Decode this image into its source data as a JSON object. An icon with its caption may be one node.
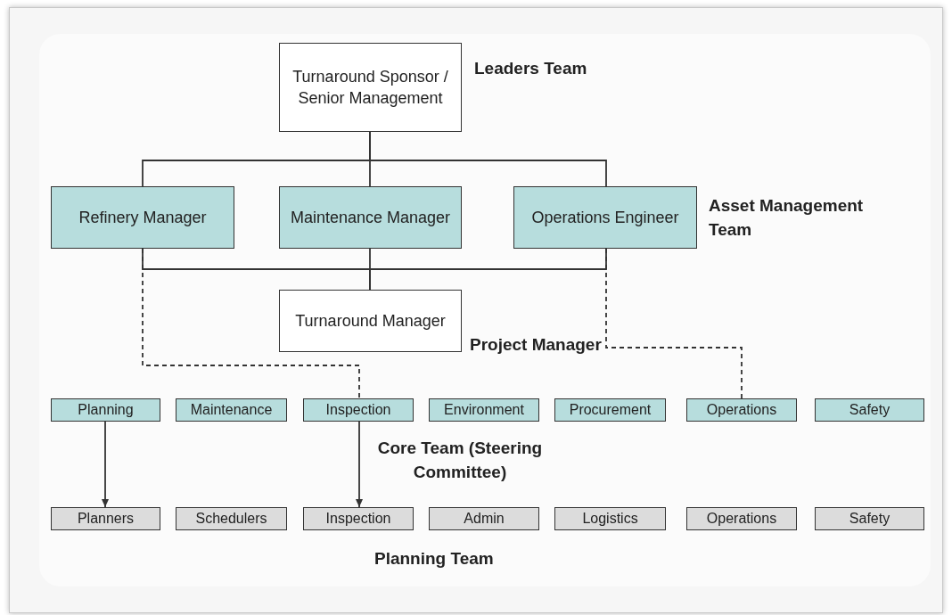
{
  "diagram": {
    "nodes": [
      {
        "text": [
          "Turnaround Sponsor / Senior Management"
        ]
      },
      {
        "text": [
          "Refinery Manager"
        ]
      },
      {
        "text": [
          "Maintenance Manager"
        ]
      },
      {
        "text": [
          "Operations Engineer"
        ]
      },
      {
        "text": [
          "Turnaround Manager"
        ]
      },
      {
        "text": [
          "Planning"
        ]
      },
      {
        "text": [
          "Maintenance"
        ]
      },
      {
        "text": [
          "Inspection"
        ]
      },
      {
        "text": [
          "Environment"
        ]
      },
      {
        "text": [
          "Procurement"
        ]
      },
      {
        "text": [
          "Operations"
        ]
      },
      {
        "text": [
          "Safety"
        ]
      },
      {
        "text": [
          "Planners"
        ]
      },
      {
        "text": [
          "Schedulers"
        ]
      },
      {
        "text": [
          "Inspection"
        ]
      },
      {
        "text": [
          "Admin"
        ]
      },
      {
        "text": [
          "Logistics"
        ]
      },
      {
        "text": [
          "Operations"
        ]
      },
      {
        "text": [
          "Safety"
        ]
      }
    ],
    "edges": [
      {
        "from": 0,
        "to": 1,
        "arrow": "none"
      },
      {
        "from": 0,
        "to": 2,
        "arrow": "none"
      },
      {
        "from": 0,
        "to": 3,
        "arrow": "none"
      },
      {
        "from": 1,
        "to": 4,
        "arrow": "none"
      },
      {
        "from": 2,
        "to": 4,
        "arrow": "none"
      },
      {
        "from": 3,
        "to": 4,
        "arrow": "none"
      },
      {
        "from": 1,
        "to": 7,
        "arrow": "none",
        "style": "dashed"
      },
      {
        "from": 3,
        "to": 10,
        "arrow": "none",
        "style": "dashed"
      },
      {
        "from": 5,
        "to": 12,
        "arrow": "to"
      },
      {
        "from": 7,
        "to": 14,
        "arrow": "to"
      }
    ],
    "labels": [
      "Leaders Team",
      "Asset Management Team",
      "Project Manager",
      "Core Team (Steering Committee)",
      "Planning Team"
    ]
  }
}
